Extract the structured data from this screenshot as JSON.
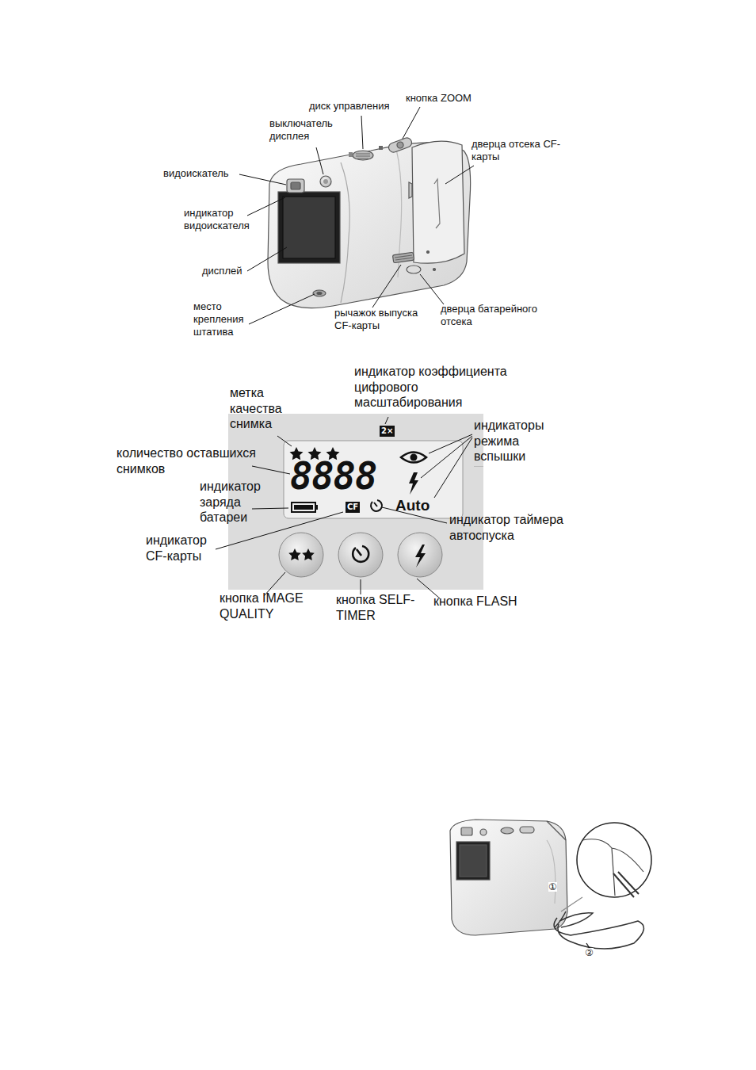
{
  "diagram": {
    "labels": [
      "диск управления",
      "кнопка ZOOM",
      "выключатель дисплея",
      "видоискатель",
      "дверца отсека CF-карты",
      "индикатор видоискателя",
      "дисплей",
      "место крепления штатива",
      "рычажок выпуска CF-карты",
      "дверца батарейного отсека",
      "индикатор коэффициента цифрового масштабирования",
      "метка качества снимка",
      "индикаторы режима вспышки",
      "количество оставшихся снимков",
      "2×",
      "8888",
      "индикатор заряда батареи",
      "Auto",
      "CF",
      "индикатор таймера автоспуска",
      "индикатор CF-карты",
      "кнопка IMAGE QUALITY",
      "кнопка SELF-TIMER",
      "кнопка FLASH",
      "①",
      "②"
    ]
  }
}
